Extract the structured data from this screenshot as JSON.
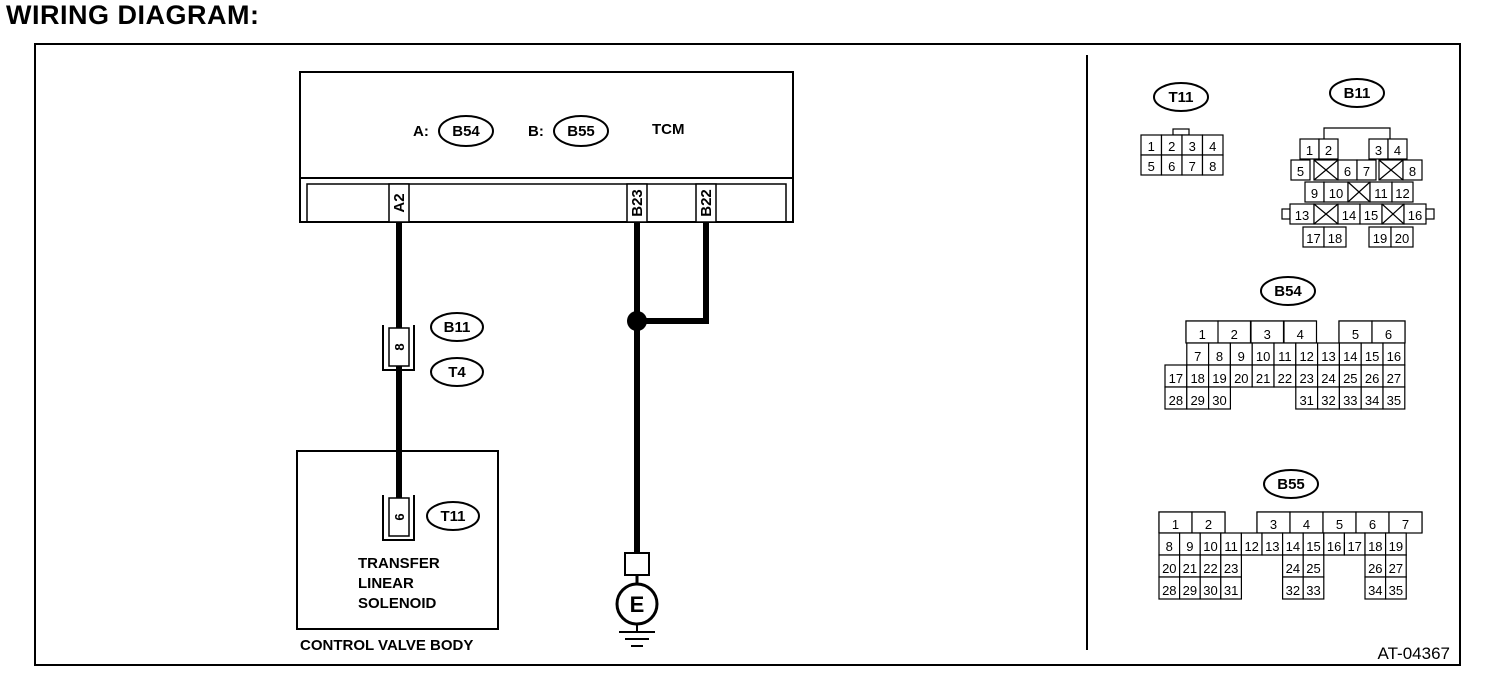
{
  "title": "WIRING DIAGRAM:",
  "tcm": {
    "label": "TCM",
    "conn_a_prefix": "A:",
    "conn_a": "B54",
    "conn_b_prefix": "B:",
    "conn_b": "B55",
    "terminals": [
      "A2",
      "B23",
      "B22"
    ]
  },
  "harness_connector": {
    "upper": "B11",
    "lower": "T4",
    "pin": "8"
  },
  "solenoid": {
    "connector": "T11",
    "pin": "6",
    "name_lines": [
      "TRANSFER",
      "LINEAR",
      "SOLENOID"
    ],
    "housing_label": "CONTROL VALVE BODY"
  },
  "ground": {
    "label": "E"
  },
  "figure_code": "AT-04367",
  "connectors": {
    "T11": {
      "label": "T11",
      "rows": [
        [
          "1",
          "2",
          "3",
          "4"
        ],
        [
          "5",
          "6",
          "7",
          "8"
        ]
      ]
    },
    "B11": {
      "label": "B11",
      "rows": [
        [
          "1",
          "2",
          "3",
          "4"
        ],
        [
          "5",
          "6",
          "7",
          "8"
        ],
        [
          "9",
          "10",
          "11",
          "12"
        ],
        [
          "13",
          "14",
          "15",
          "16"
        ],
        [
          "17",
          "18",
          "19",
          "20"
        ]
      ]
    },
    "B54": {
      "label": "B54",
      "rows": [
        [
          "1",
          "2",
          "3",
          "4",
          "5",
          "6"
        ],
        [
          "7",
          "8",
          "9",
          "10",
          "11",
          "12",
          "13",
          "14",
          "15",
          "16"
        ],
        [
          "17",
          "18",
          "19",
          "20",
          "21",
          "22",
          "23",
          "24",
          "25",
          "26",
          "27"
        ],
        [
          "28",
          "29",
          "30",
          "31",
          "32",
          "33",
          "34",
          "35"
        ]
      ]
    },
    "B55": {
      "label": "B55",
      "rows": [
        [
          "1",
          "2",
          "3",
          "4",
          "5",
          "6",
          "7"
        ],
        [
          "8",
          "9",
          "10",
          "11",
          "12",
          "13",
          "14",
          "15",
          "16",
          "17",
          "18",
          "19"
        ],
        [
          "20",
          "21",
          "22",
          "23",
          "24",
          "25",
          "26",
          "27"
        ],
        [
          "28",
          "29",
          "30",
          "31",
          "32",
          "33",
          "34",
          "35"
        ]
      ]
    }
  }
}
